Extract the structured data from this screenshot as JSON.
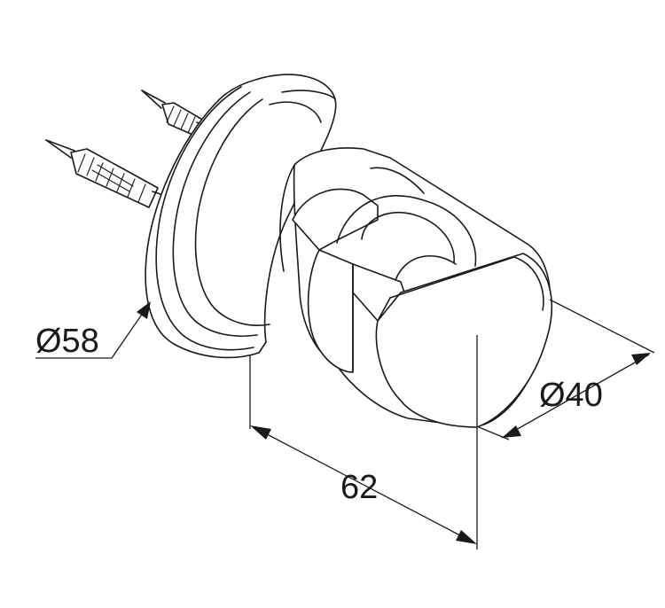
{
  "dimensions": {
    "rosette_diameter": "Ø58",
    "holder_diameter": "Ø40",
    "projection_length": "62"
  }
}
